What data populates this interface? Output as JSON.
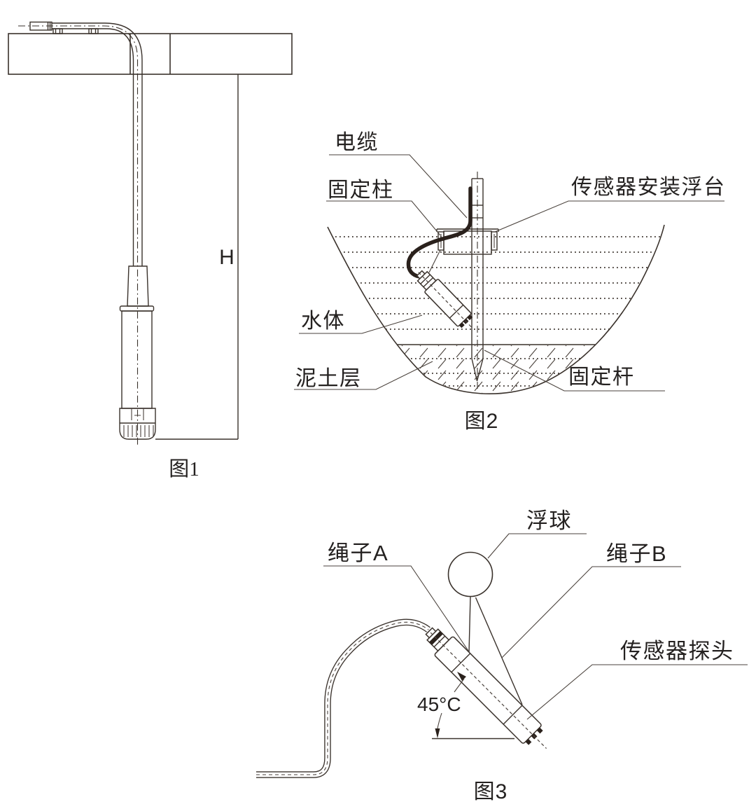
{
  "figures": {
    "fig1": {
      "caption": "图1",
      "height_label": "H"
    },
    "fig2": {
      "caption": "图2",
      "label_cable": "电缆",
      "label_fixing_post": "固定柱",
      "label_platform": "传感器安装浮台",
      "label_water": "水体",
      "label_mud": "泥土层",
      "label_fixing_rod": "固定杆"
    },
    "fig3": {
      "caption": "图3",
      "label_float_ball": "浮球",
      "label_rope_a": "绳子A",
      "label_rope_b": "绳子B",
      "label_probe": "传感器探头",
      "label_angle": "45°C"
    }
  },
  "colors": {
    "line": "#3a322c",
    "text": "#242120",
    "background": "#ffffff"
  }
}
